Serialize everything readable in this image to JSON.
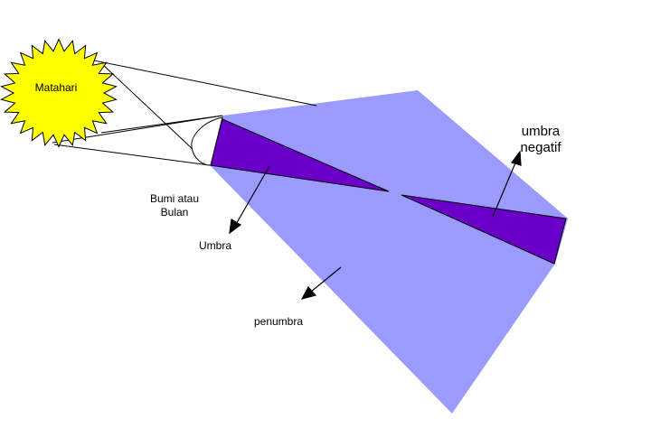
{
  "diagram": {
    "labels": {
      "sun": "Matahari",
      "body_line1": "Bumi atau",
      "body_line2": "Bulan",
      "umbra": "Umbra",
      "penumbra": "penumbra",
      "negative_umbra_line1": "umbra",
      "negative_umbra_line2": "negatif"
    },
    "colors": {
      "sun_fill": "#ffff00",
      "penumbra_fill": "#9b9bff",
      "umbra_fill": "#6a00c8",
      "outline": "#000000"
    }
  }
}
